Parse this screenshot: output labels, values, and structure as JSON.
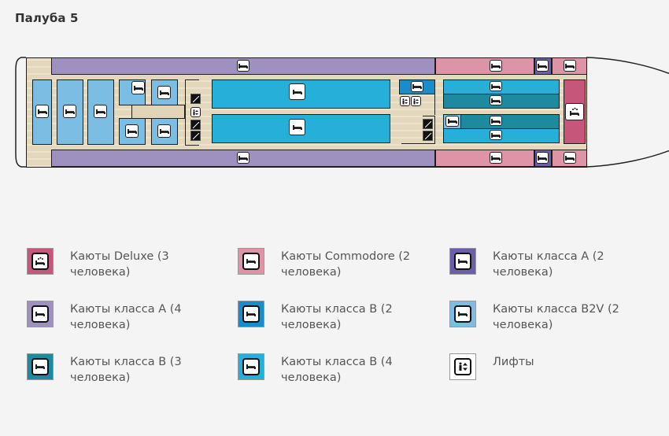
{
  "page": {
    "title": "Палуба 5"
  },
  "colors": {
    "deluxe": "#c7577a",
    "commodore": "#de93a6",
    "class_a_2": "#6d5ea8",
    "class_a_4": "#9e90bf",
    "class_b_2": "#1a8dc9",
    "class_b2v_2": "#7cbde3",
    "class_b_3": "#1d8aa0",
    "class_b_4": "#26b0d9",
    "deck_floor": "#e9dcc0"
  },
  "deck_plan": {
    "icons": {
      "cabin": "bed-icon",
      "deluxe": "bed-stars-icon",
      "lift": "lift-icon",
      "stairs": "stairs-icon"
    }
  },
  "legend": {
    "items": [
      {
        "key": "deluxe",
        "label": "Каюты Deluxe (3 человека)",
        "icon": "bed-stars-icon"
      },
      {
        "key": "commodore",
        "label": "Каюты Commodore (2 человека)",
        "icon": "bed-icon"
      },
      {
        "key": "class_a_2",
        "label": "Каюты класса А (2 человека)",
        "icon": "bed-icon"
      },
      {
        "key": "class_a_4",
        "label": "Каюты класса А (4 человека)",
        "icon": "bed-icon"
      },
      {
        "key": "class_b_2",
        "label": "Каюты класса В (2 человека)",
        "icon": "bed-icon"
      },
      {
        "key": "class_b2v_2",
        "label": "Каюты класса B2V (2 человека)",
        "icon": "bed-icon"
      },
      {
        "key": "class_b_3",
        "label": "Каюты класса В (3 человека)",
        "icon": "bed-icon"
      },
      {
        "key": "class_b_4",
        "label": "Каюты класса В (4 человека)",
        "icon": "bed-icon"
      },
      {
        "key": "lifts",
        "label": "Лифты",
        "icon": "lift-icon"
      }
    ]
  }
}
